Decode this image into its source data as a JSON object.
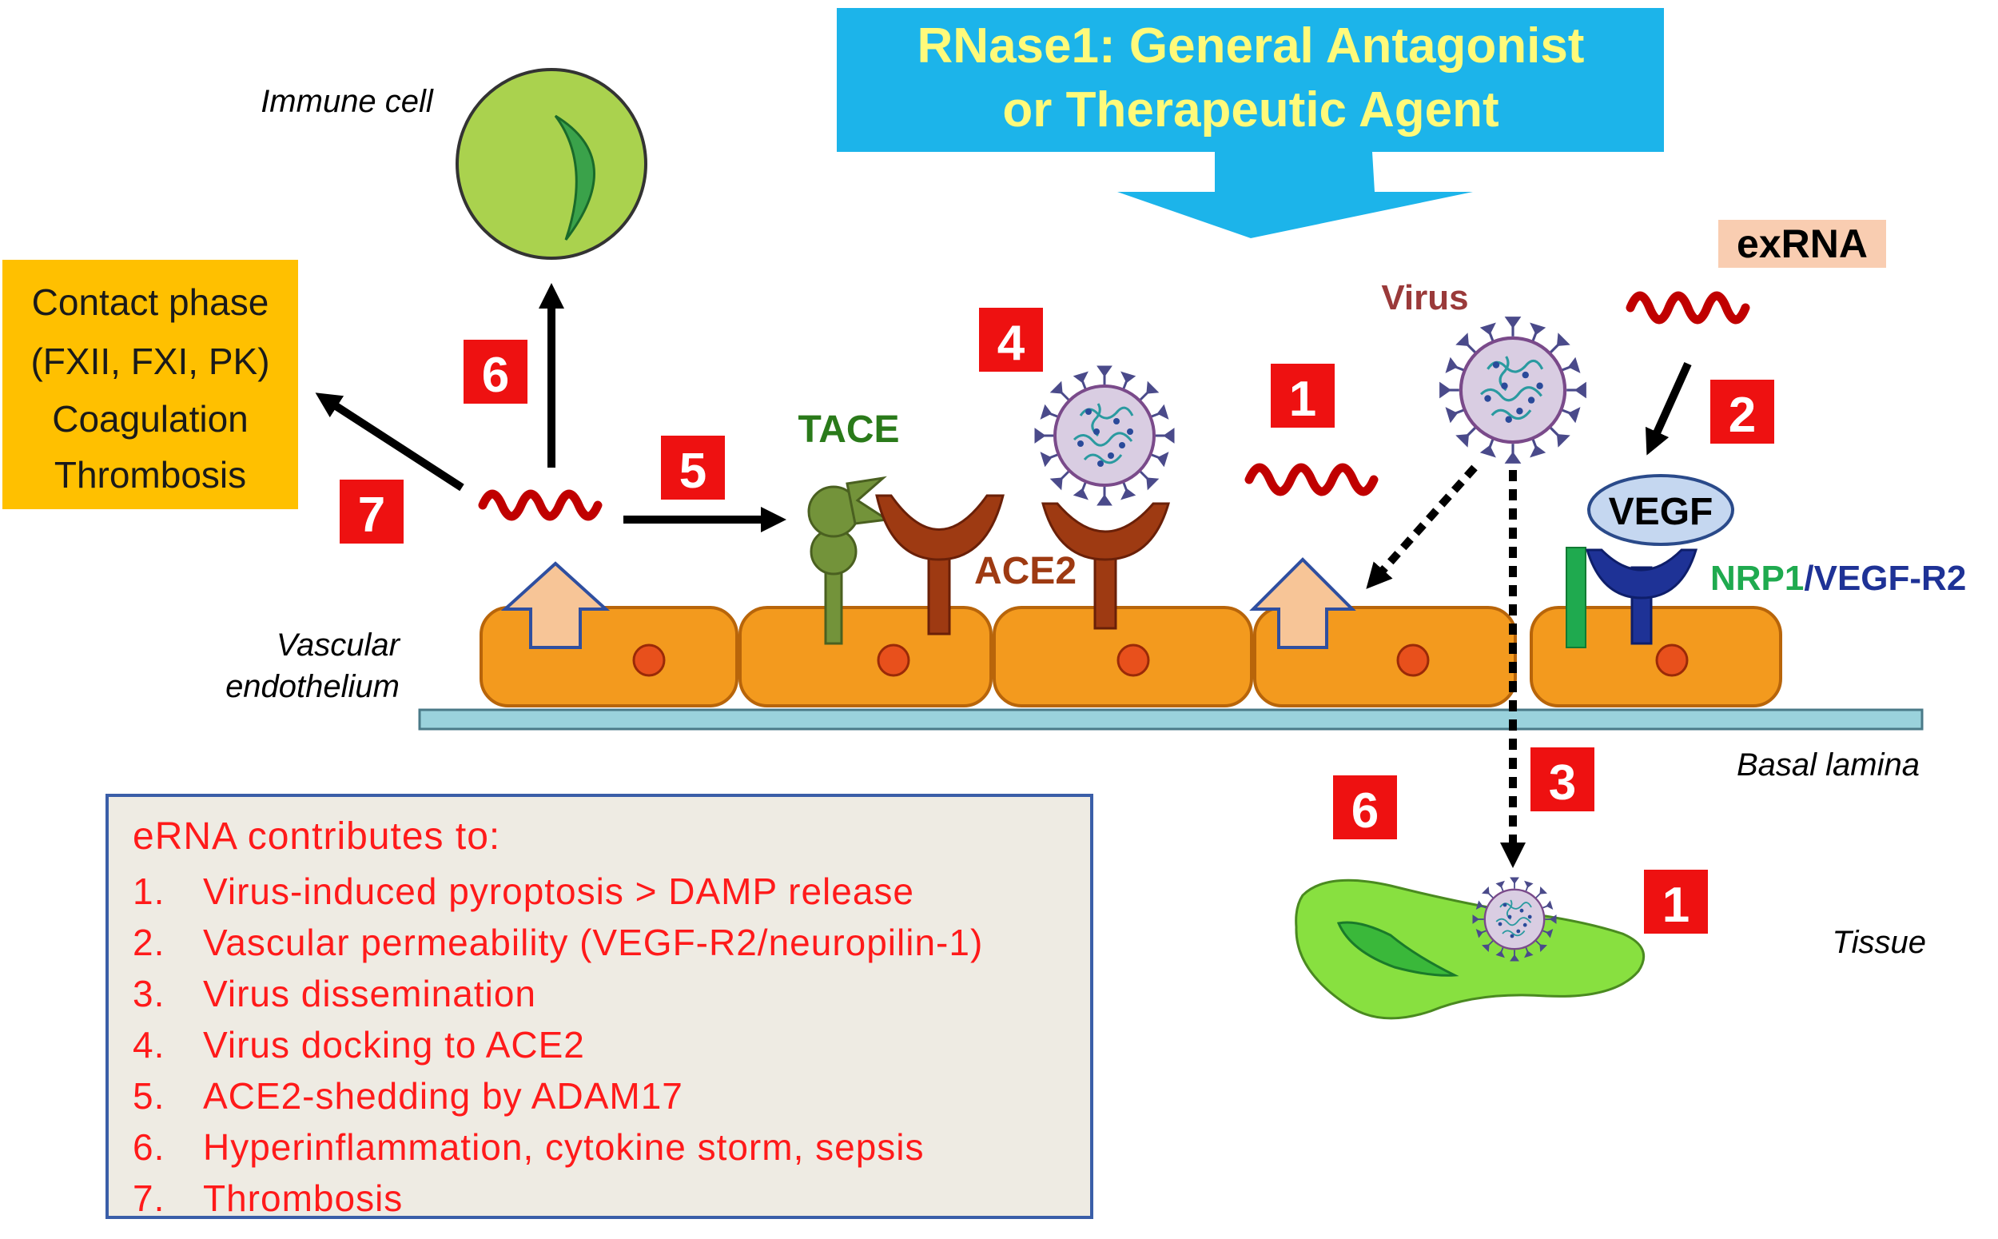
{
  "title": {
    "line1": "RNase1: General Antagonist",
    "line2": "or Therapeutic Agent"
  },
  "labels": {
    "immune_cell": "Immune cell",
    "contact_phase": [
      "Contact phase",
      "(FXII,  FXI, PK)",
      "Coagulation",
      "Thrombosis"
    ],
    "tace": "TACE",
    "ace2": "ACE2",
    "virus": "Virus",
    "exrna": "exRNA",
    "vegf": "VEGF",
    "nrp1": "NRP1",
    "slash": "/",
    "vegf_r2": "VEGF-R2",
    "vascular": "Vascular",
    "endothelium": "endothelium",
    "basal_lamina": "Basal lamina",
    "tissue": "Tissue"
  },
  "step_badges": {
    "b6_top": "6",
    "b7": "7",
    "b5": "5",
    "b4": "4",
    "b1_top": "1",
    "b2": "2",
    "b3": "3",
    "b6_bottom": "6",
    "b1_bottom": "1"
  },
  "legend": {
    "heading": "eRNA contributes to:",
    "items": [
      {
        "num": "1.",
        "text": "Virus-induced  pyroptosis > DAMP  release"
      },
      {
        "num": "2.",
        "text": "Vascular  permeability  (VEGF-R2/neuropilin-1)"
      },
      {
        "num": "3.",
        "text": "Virus  dissemination"
      },
      {
        "num": "4.",
        "text": "Virus  docking  to ACE2"
      },
      {
        "num": "5.",
        "text": "ACE2-shedding  by ADAM17"
      },
      {
        "num": "6.",
        "text": "Hyperinflammation,  cytokine storm,  sepsis"
      },
      {
        "num": "7.",
        "text": "Thrombosis"
      }
    ]
  },
  "colors": {
    "title_bg": "#1cb4ea",
    "title_text": "#fffa7a",
    "badge": "#ee1111",
    "cell": "#f39a1e",
    "nucleus": "#e8501c",
    "rna": "#c00000",
    "contact_box": "#ffc000",
    "tace": "#73933a",
    "ace2": "#9e3a12",
    "nrp1": "#1faa4f",
    "vegf_r2": "#1e3296",
    "lamina": "#9ad2dc",
    "tissue": "#88e040",
    "immune": "#aad24e"
  }
}
